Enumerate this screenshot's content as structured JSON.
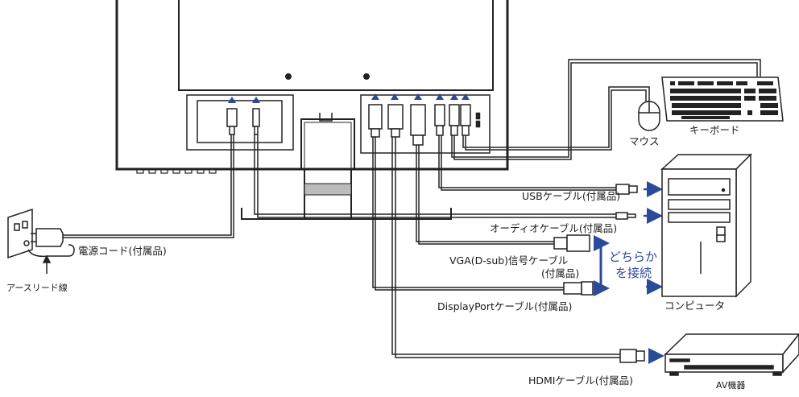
{
  "labels": {
    "power_cord": "電源コード(付属品)",
    "ground_wire": "アースリード線",
    "usb_cable": "USBケーブル(付属品)",
    "audio_cable": "オーディオケーブル(付属品)",
    "vga_cable": "VGA(D-sub)信号ケーブル",
    "vga_cable_note": "(付属品)",
    "displayport_cable": "DisplayPortケーブル(付属品)",
    "hdmi_cable": "HDMIケーブル(付属品)",
    "mouse": "マウス",
    "keyboard": "キーボード",
    "computer": "コンピュータ",
    "av_device": "AV機器",
    "either_connect_line1": "どちらか",
    "either_connect_line2": "を接続"
  },
  "colors": {
    "line": "#222222",
    "arrow": "#2c4a9a"
  },
  "icons": {
    "monitor": "monitor-rear-outline",
    "outlet": "wall-outlet-icon",
    "plug": "power-plug-icon",
    "mouse": "mouse-icon",
    "keyboard": "keyboard-icon",
    "computer": "pc-tower-icon",
    "av": "av-device-icon",
    "arrow": "blue-arrow-icon"
  }
}
